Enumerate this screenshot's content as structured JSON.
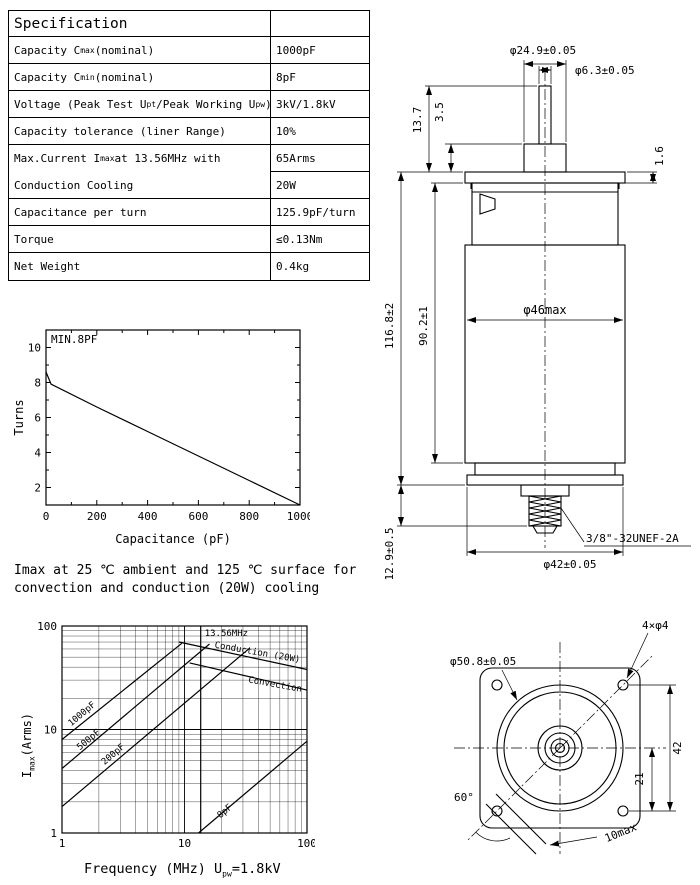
{
  "spec": {
    "header": "Specification",
    "rows": [
      {
        "label": [
          {
            "t": "Capacity C"
          },
          {
            "t": "max",
            "sub": true
          },
          {
            "t": "(nominal)"
          }
        ],
        "value": "1000pF"
      },
      {
        "label": [
          {
            "t": "Capacity C"
          },
          {
            "t": "min",
            "sub": true
          },
          {
            "t": "(nominal)"
          }
        ],
        "value": "8pF"
      },
      {
        "label": [
          {
            "t": "Voltage (Peak Test U"
          },
          {
            "t": "pt",
            "sub": true
          },
          {
            "t": "/Peak Working U"
          },
          {
            "t": "pw",
            "sub": true
          },
          {
            "t": ")"
          }
        ],
        "value": "3kV/1.8kV"
      },
      {
        "label": [
          {
            "t": "Capacity tolerance (liner Range)"
          }
        ],
        "value": "10%"
      },
      {
        "label": [
          {
            "t": "Max.Current I"
          },
          {
            "t": "max",
            "sub": true
          },
          {
            "t": " at 13.56MHz with"
          }
        ],
        "value": "65Arms"
      },
      {
        "label": [
          {
            "t": "Conduction Cooling"
          }
        ],
        "value": "20W"
      },
      {
        "label": [
          {
            "t": "Capacitance per turn"
          }
        ],
        "value": "125.9pF/turn"
      },
      {
        "label": [
          {
            "t": "Torque"
          }
        ],
        "value": "≤0.13Nm"
      },
      {
        "label": [
          {
            "t": "Net Weight"
          }
        ],
        "value": "0.4kg"
      }
    ]
  },
  "note": {
    "line1": "Imax at 25 ℃ ambient and 125 ℃ surface for",
    "line2": "convection and conduction (20W) cooling"
  },
  "chart_data": [
    {
      "type": "line",
      "title": "MIN.8PF",
      "xlabel": "Capacitance (pF)",
      "ylabel": "Turns",
      "xlim": [
        0,
        1000
      ],
      "ylim": [
        1,
        11
      ],
      "xticks": [
        0,
        200,
        400,
        600,
        800,
        1000
      ],
      "yticks": [
        2,
        4,
        6,
        8,
        10
      ],
      "grid": false,
      "points": [
        [
          0,
          8.6
        ],
        [
          20,
          7.9
        ],
        [
          200,
          6.6
        ],
        [
          400,
          5.2
        ],
        [
          600,
          3.8
        ],
        [
          800,
          2.4
        ],
        [
          1000,
          1.0
        ]
      ]
    },
    {
      "type": "line",
      "xscale": "log",
      "yscale": "log",
      "xlim": [
        1,
        100
      ],
      "ylim": [
        1,
        100
      ],
      "xticks": [
        1,
        10,
        100
      ],
      "yticks": [
        1,
        10,
        100
      ],
      "grid": true,
      "ylabel_rich": [
        {
          "t": "I"
        },
        {
          "t": "max",
          "sub": true
        },
        {
          "t": "(Arms)"
        }
      ],
      "xlabel_rich": [
        {
          "t": "Frequency (MHz) U"
        },
        {
          "t": "pw",
          "sub": true
        },
        {
          "t": "=1.8kV"
        }
      ],
      "series": [
        {
          "name": "1000pF",
          "points": [
            [
              1,
              8
            ],
            [
              9.5,
              68
            ]
          ],
          "label_pos": [
            1.5,
            13.5
          ],
          "label_rot": -40
        },
        {
          "name": "500pF",
          "points": [
            [
              1,
              4.2
            ],
            [
              16,
              67
            ]
          ],
          "label_pos": [
            1.7,
            7.6
          ],
          "label_rot": -40
        },
        {
          "name": "200pF",
          "points": [
            [
              1,
              1.8
            ],
            [
              34,
              61
            ]
          ],
          "label_pos": [
            2.7,
            5.5
          ],
          "label_rot": -40
        },
        {
          "name": "8pF",
          "points": [
            [
              13,
              1
            ],
            [
              100,
              7.7
            ]
          ],
          "label_pos": [
            22,
            1.55
          ],
          "label_rot": -40
        },
        {
          "name": "Conduction (20W)",
          "points": [
            [
              9,
              70
            ],
            [
              100,
              38
            ]
          ],
          "label_pos": [
            17.5,
            62
          ],
          "label_rot": 10,
          "label_anchor": "start"
        },
        {
          "name": "Convection",
          "points": [
            [
              11,
              44
            ],
            [
              100,
              24
            ]
          ],
          "label_pos": [
            33,
            28.5
          ],
          "label_rot": 10,
          "label_anchor": "start"
        }
      ],
      "vline": {
        "x": 13.56,
        "label": "13.56MHz",
        "label_pos": [
          13.56,
          80
        ]
      }
    }
  ],
  "side_view": {
    "dim_top_flange": "φ24.9±0.05",
    "dim_shaft": "φ6.3±0.05",
    "dim_13_7": "13.7",
    "dim_3_5": "3.5",
    "dim_1_6": "1.6",
    "dim_overall": "116.8±2",
    "dim_body": "90.2±1",
    "dim_body_dia": "φ46max",
    "dim_stud_len": "12.9±0.5",
    "thread": "3/8\"-32UNEF-2A",
    "dim_flange_dia": "φ42±0.05"
  },
  "bottom_view": {
    "dim_holes": "4×φ4",
    "dim_spigot_dia": "φ50.8±0.05",
    "dim_hole_span": "42",
    "dim_hole_half": "21",
    "dim_angle": "60°",
    "dim_flat": "10max"
  }
}
